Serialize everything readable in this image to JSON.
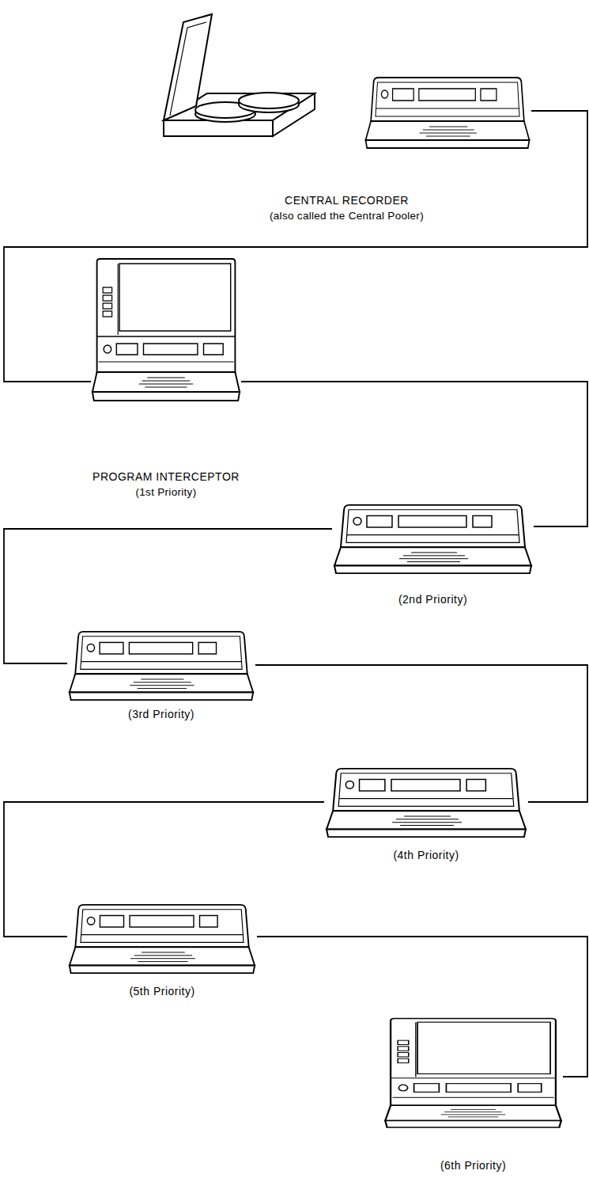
{
  "diagram": {
    "nodes": [
      {
        "text": [
          "CENTRAL RECORDER",
          "(also called the Central Pooler)"
        ]
      },
      {
        "text": [
          "PROGRAM INTERCEPTOR",
          "(1st Priority)"
        ]
      },
      {
        "text": [
          "(2nd Priority)"
        ]
      },
      {
        "text": [
          "(3rd Priority)"
        ]
      },
      {
        "text": [
          "(4th Priority)"
        ]
      },
      {
        "text": [
          "(5th Priority)"
        ]
      },
      {
        "text": [
          "(6th Priority)"
        ]
      }
    ],
    "edges": [
      {
        "from": 0,
        "to": 1,
        "arrow": "none"
      },
      {
        "from": 1,
        "to": 2,
        "arrow": "none"
      },
      {
        "from": 2,
        "to": 3,
        "arrow": "none"
      },
      {
        "from": 3,
        "to": 4,
        "arrow": "none"
      },
      {
        "from": 4,
        "to": 5,
        "arrow": "none"
      },
      {
        "from": 5,
        "to": 6,
        "arrow": "none"
      }
    ]
  }
}
